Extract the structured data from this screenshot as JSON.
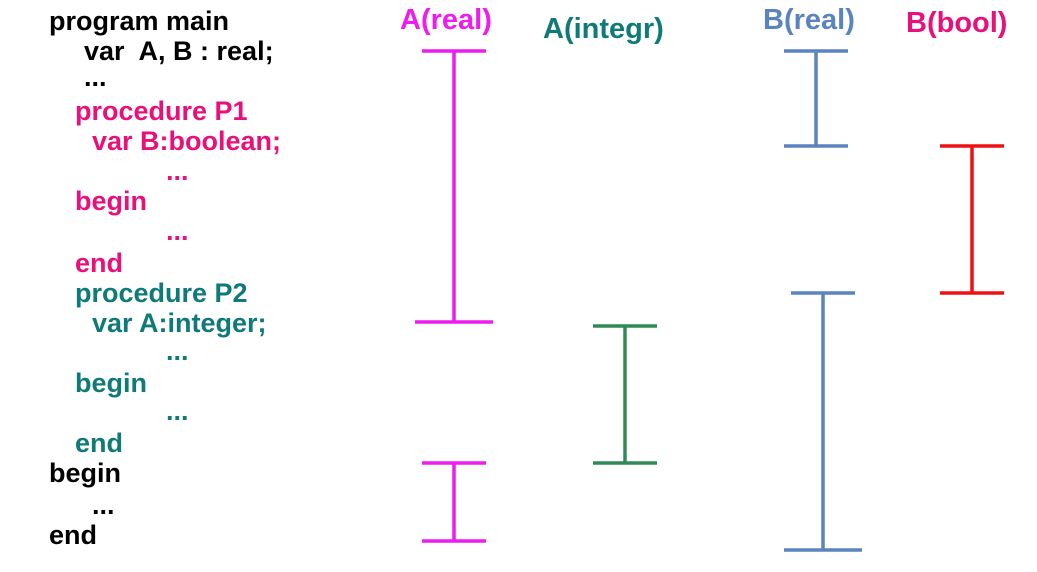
{
  "code": {
    "lines": [
      {
        "text": "program main",
        "color": "#000000"
      },
      {
        "text": "var  A, B : real;",
        "color": "#000000"
      },
      {
        "text": "...",
        "color": "#000000"
      },
      {
        "text": "procedure P1",
        "color": "#e8107a"
      },
      {
        "text": "var B:boolean;",
        "color": "#e8107a"
      },
      {
        "text": "...",
        "color": "#e8107a"
      },
      {
        "text": "begin",
        "color": "#e8107a"
      },
      {
        "text": "...",
        "color": "#e8107a"
      },
      {
        "text": "end",
        "color": "#e8107a"
      },
      {
        "text": "procedure P2",
        "color": "#0f7a78"
      },
      {
        "text": "var A:integer;",
        "color": "#0f7a78"
      },
      {
        "text": "...",
        "color": "#0f7a78"
      },
      {
        "text": "begin",
        "color": "#0f7a78"
      },
      {
        "text": "...",
        "color": "#0f7a78"
      },
      {
        "text": "end",
        "color": "#0f7a78"
      },
      {
        "text": "begin",
        "color": "#000000"
      },
      {
        "text": "...",
        "color": "#000000"
      },
      {
        "text": "end",
        "color": "#000000"
      }
    ]
  },
  "scopes": {
    "a_real": {
      "label": "A(real)",
      "color": "#ee1cee"
    },
    "a_integer": {
      "label": "A(integr)",
      "color": "#0f7a78"
    },
    "b_real": {
      "label": "B(real)",
      "color": "#5b84bf"
    },
    "b_bool": {
      "label": "B(bool)",
      "color": "#e8107a"
    }
  },
  "bar_colors": {
    "a_real": "#ee1cee",
    "a_integer": "#2e8b57",
    "b_real": "#5b84bf",
    "b_bool": "#ee1111"
  }
}
